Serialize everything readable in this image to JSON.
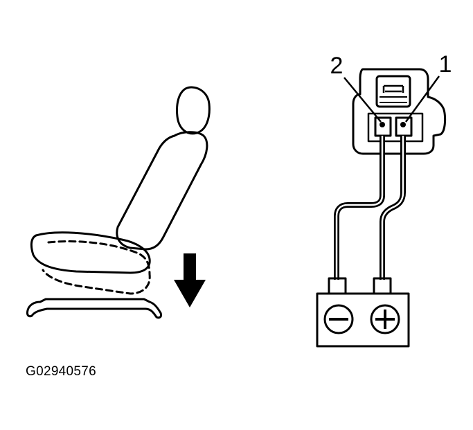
{
  "diagram": {
    "pin_labels": [
      "2",
      "1"
    ],
    "figure_id": "G02940576",
    "battery_terminals": [
      "negative-terminal",
      "positive-terminal"
    ],
    "arrow_direction": "down",
    "ink_color": "#000000",
    "paper_color": "#ffffff"
  }
}
